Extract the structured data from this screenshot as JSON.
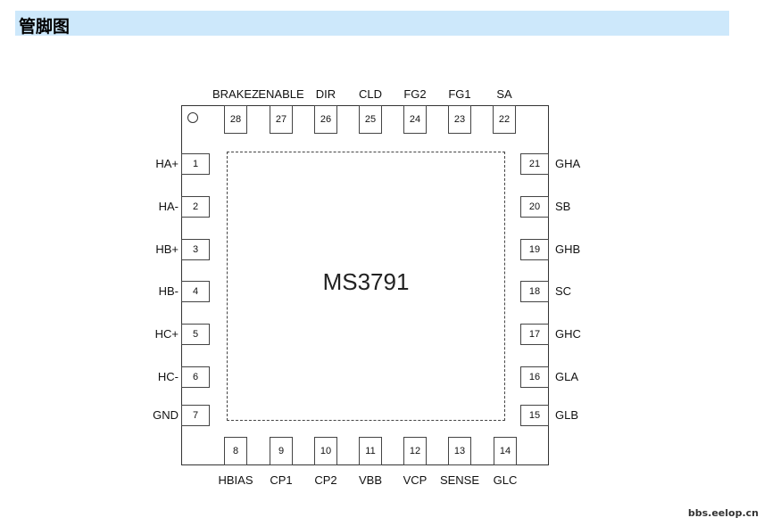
{
  "header": {
    "title": "管脚图"
  },
  "chip": {
    "name": "MS3791"
  },
  "pins": {
    "left": [
      {
        "num": "1",
        "label": "HA+"
      },
      {
        "num": "2",
        "label": "HA-"
      },
      {
        "num": "3",
        "label": "HB+"
      },
      {
        "num": "4",
        "label": "HB-"
      },
      {
        "num": "5",
        "label": "HC+"
      },
      {
        "num": "6",
        "label": "HC-"
      },
      {
        "num": "7",
        "label": "GND"
      }
    ],
    "bottom": [
      {
        "num": "8",
        "label": "HBIAS"
      },
      {
        "num": "9",
        "label": "CP1"
      },
      {
        "num": "10",
        "label": "CP2"
      },
      {
        "num": "11",
        "label": "VBB"
      },
      {
        "num": "12",
        "label": "VCP"
      },
      {
        "num": "13",
        "label": "SENSE"
      },
      {
        "num": "14",
        "label": "GLC"
      }
    ],
    "right": [
      {
        "num": "15",
        "label": "GLB"
      },
      {
        "num": "16",
        "label": "GLA"
      },
      {
        "num": "17",
        "label": "GHC"
      },
      {
        "num": "18",
        "label": "SC"
      },
      {
        "num": "19",
        "label": "GHB"
      },
      {
        "num": "20",
        "label": "SB"
      },
      {
        "num": "21",
        "label": "GHA"
      }
    ],
    "top": [
      {
        "num": "22",
        "label": "SA"
      },
      {
        "num": "23",
        "label": "FG1"
      },
      {
        "num": "24",
        "label": "FG2"
      },
      {
        "num": "25",
        "label": "CLD"
      },
      {
        "num": "26",
        "label": "DIR"
      },
      {
        "num": "27",
        "label": "ENABLE"
      },
      {
        "num": "28",
        "label": "BRAKEZ"
      }
    ]
  },
  "watermark": "bbs.eelop.cn"
}
